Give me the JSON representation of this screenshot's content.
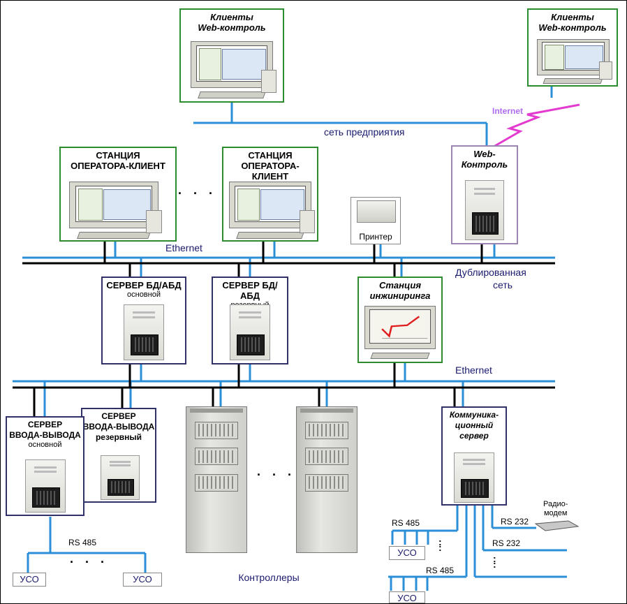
{
  "clients": {
    "web1": {
      "line1": "Клиенты",
      "line2": "Web-контроль"
    },
    "web2": {
      "line1": "Клиенты",
      "line2": "Web-контроль"
    }
  },
  "labels": {
    "enterprise_net": "сеть предприятия",
    "internet": "Internet",
    "ethernet_top": "Ethernet",
    "ethernet_bottom": "Ethernet",
    "duplicated_line1": "Дублированная",
    "duplicated_line2": "сеть",
    "printer": "Принтер",
    "controllers": "Контроллеры",
    "radio_line1": "Радио-",
    "radio_line2": "модем"
  },
  "operator_stations": [
    {
      "line1": "СТАНЦИЯ",
      "line2": "ОПЕРАТОРА-КЛИЕНТ"
    },
    {
      "line1": "СТАНЦИЯ",
      "line2": "ОПЕРАТОРА-КЛИЕНТ"
    }
  ],
  "web_control": {
    "line1": "Web-",
    "line2": "Контроль"
  },
  "db_servers": [
    {
      "title": "СЕРВЕР БД/АБД",
      "sub": "основной"
    },
    {
      "title": "СЕРВЕР БД/АБД",
      "sub": "резервный"
    }
  ],
  "engineering": {
    "line1": "Станция",
    "line2": "инжиниринга"
  },
  "io_servers": [
    {
      "line1": "СЕРВЕР",
      "line2": "ВВОДА-ВЫВОДА",
      "sub": "основной"
    },
    {
      "line1": "СЕРВЕР",
      "line2": "ВВОДА-ВЫВОДА",
      "sub": "резервный"
    }
  ],
  "comm_server": {
    "line1": "Коммуника-",
    "line2": "ционный",
    "line3": "сервер"
  },
  "rs_labels": {
    "rs485_left": "RS 485",
    "rs485_a": "RS 485",
    "rs485_b": "RS 485",
    "rs232_a": "RS 232",
    "rs232_b": "RS 232"
  },
  "uso": [
    "УСО",
    "УСО",
    "УСО",
    "УСО"
  ],
  "ellipsis": {
    "h": ". . .",
    "v": ":"
  },
  "colors": {
    "bus_blue": "#2a8fd6",
    "bus_black": "#000000",
    "internet": "#e33ad0",
    "internet_text": "#b06cf0"
  }
}
